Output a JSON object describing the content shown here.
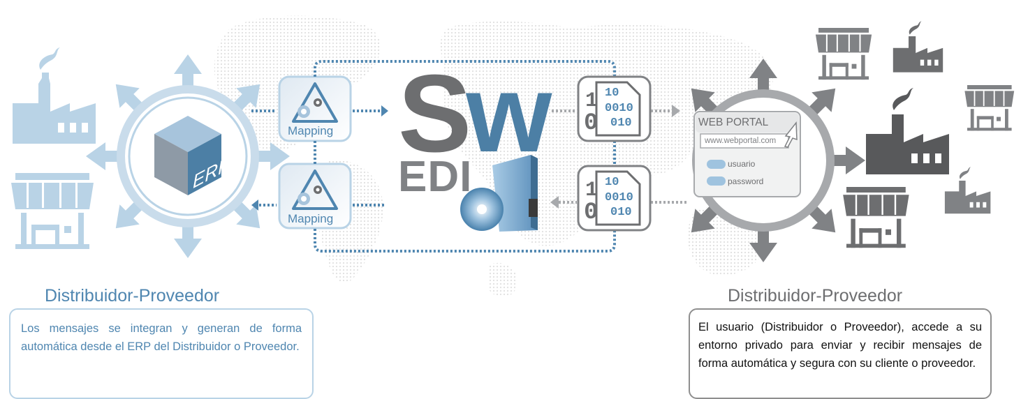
{
  "left": {
    "erp_label": "ERP",
    "mapping_top_label": "Mapping",
    "mapping_bottom_label": "Mapping",
    "title": "Distribuidor-Proveedor",
    "description": "Los mensajes se integran y  generan de forma automática desde el ERP del Distribuidor o Proveedor."
  },
  "center": {
    "logo_s": "S",
    "logo_w": "W",
    "logo_sub": "EDI"
  },
  "binary_icon": {
    "line1": "10",
    "line2": "0010",
    "line3": "010",
    "big1": "1",
    "big0": "0"
  },
  "right": {
    "portal_title": "WEB PORTAL",
    "portal_url": "www.webportal.com",
    "user_label": "usuario",
    "password_label": "password",
    "title": "Distribuidor-Proveedor",
    "description": "El usuario (Distribuidor o Proveedor), accede a su entorno privado para enviar y recibir mensajes de forma automática y segura con su cliente o proveedor."
  },
  "colors": {
    "light_blue": "#b9d3e6",
    "mid_blue": "#4f86b0",
    "dark_blue": "#4c7fa5",
    "gray": "#6d6e70",
    "light_gray": "#a7a9ac"
  }
}
